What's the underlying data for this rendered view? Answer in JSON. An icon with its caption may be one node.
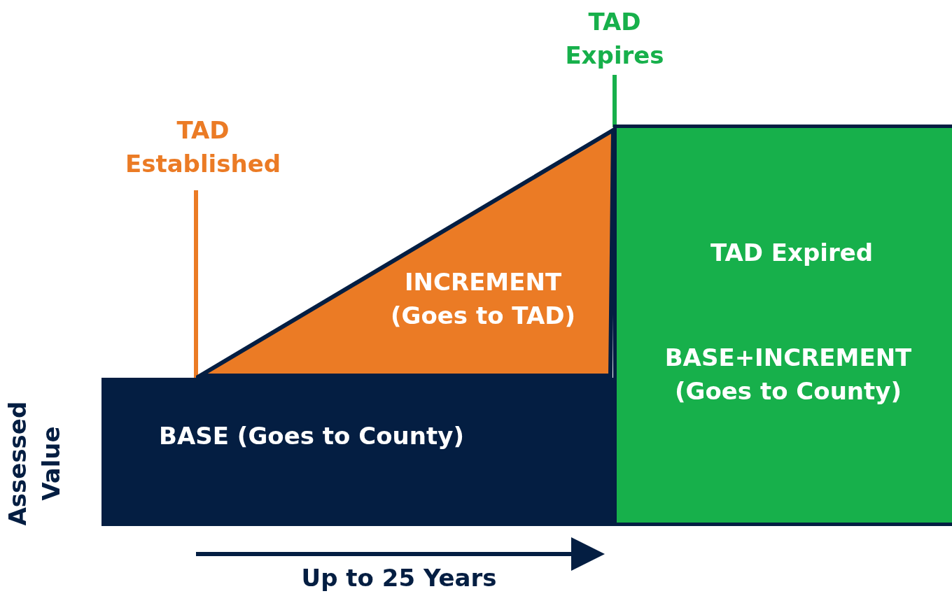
{
  "diagram": {
    "nodes": [
      {
        "text": [
          "BASE (Goes to County)"
        ]
      },
      {
        "text": [
          "INCREMENT (Goes to TAD)"
        ]
      },
      {
        "text": [
          "TAD Expired",
          "BASE+INCREMENT (Goes to County)"
        ]
      }
    ],
    "labels": [
      "TAD Expires",
      "TAD Established",
      "Assessed Value",
      "Up to 25 Years"
    ]
  }
}
